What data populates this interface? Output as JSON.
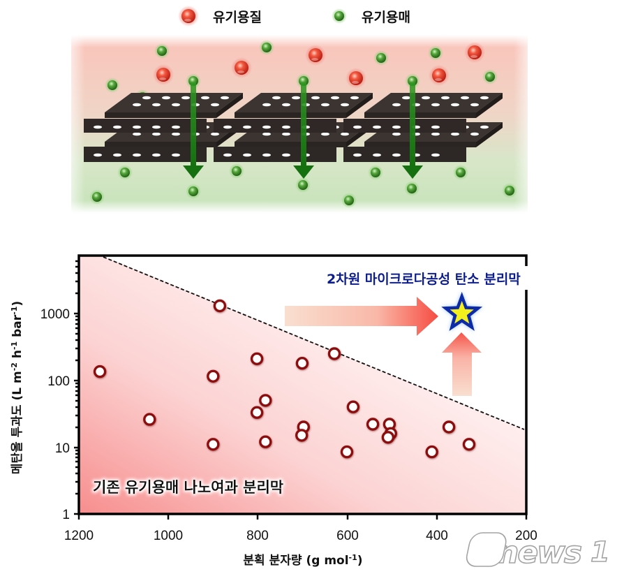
{
  "legend": {
    "solute_label": "유기용질",
    "solvent_label": "유기용매",
    "solute_color": "#e53b2a",
    "solvent_color": "#3f9a2c"
  },
  "illustration": {
    "description": "stacked porous carbon nanosheets; solvent molecules pass through, solute molecules rejected",
    "arrow_color": "#1f7d12",
    "sheet_color": "#3e3733",
    "top_tint": "#f9c9c0",
    "bottom_tint": "#cfe6c3"
  },
  "chart_data": {
    "type": "scatter",
    "title": "",
    "xlabel": "분획 분자량 (g mol⁻¹)",
    "ylabel": "메탄올 투과도 (L m⁻² h⁻¹ bar⁻¹)",
    "xlim": [
      1200,
      200
    ],
    "x_reversed": true,
    "ylim": [
      1,
      7500
    ],
    "y_scale": "log",
    "x_ticks": [
      1200,
      1000,
      800,
      600,
      400,
      200
    ],
    "y_ticks": [
      1,
      10,
      100,
      1000
    ],
    "grid": false,
    "series": [
      {
        "name": "기존 유기용매 나노여과 분리막",
        "marker": "open-circle",
        "color": "#8b1010",
        "points": [
          {
            "x": 1153,
            "y": 135
          },
          {
            "x": 1042,
            "y": 26
          },
          {
            "x": 900,
            "y": 115
          },
          {
            "x": 900,
            "y": 11
          },
          {
            "x": 885,
            "y": 1300
          },
          {
            "x": 802,
            "y": 210
          },
          {
            "x": 802,
            "y": 33
          },
          {
            "x": 783,
            "y": 50
          },
          {
            "x": 783,
            "y": 12
          },
          {
            "x": 701,
            "y": 180
          },
          {
            "x": 698,
            "y": 20
          },
          {
            "x": 702,
            "y": 15
          },
          {
            "x": 629,
            "y": 250
          },
          {
            "x": 601,
            "y": 8.5
          },
          {
            "x": 587,
            "y": 40
          },
          {
            "x": 543,
            "y": 22
          },
          {
            "x": 506,
            "y": 22
          },
          {
            "x": 503,
            "y": 16
          },
          {
            "x": 509,
            "y": 14
          },
          {
            "x": 411,
            "y": 8.5
          },
          {
            "x": 373,
            "y": 20
          },
          {
            "x": 328,
            "y": 11
          }
        ]
      },
      {
        "name": "2차원 마이크로다공성 탄소 분리막",
        "marker": "star",
        "color": "#f4f01e",
        "edge_color": "#0c2aa8",
        "points": [
          {
            "x": 344,
            "y": 1000
          }
        ]
      }
    ],
    "upper_bound_line": {
      "style": "dashed",
      "from": {
        "x": 1145,
        "y": 7000
      },
      "to": {
        "x": 205,
        "y": 18
      }
    },
    "annotations": [
      {
        "text": "2차원 마이크로다공성 탄소 분리막",
        "color": "#0d1e8c",
        "position": "top-right"
      },
      {
        "text": "기존 유기용매 나노여과 분리막",
        "color": "#111111",
        "position": "bottom-left"
      }
    ]
  },
  "axis": {
    "x_tick_labels": [
      "1200",
      "1000",
      "800",
      "600",
      "400",
      "200"
    ],
    "y_tick_labels": [
      "1",
      "10",
      "100",
      "1000"
    ],
    "x_title_main": "분획 분자량 (g mol",
    "x_title_sup": "-1",
    "x_title_end": ")",
    "y_title_main": "메탄올 투과도 (L m",
    "y_title_sup1": "-2",
    "y_title_mid1": " h",
    "y_title_sup2": "-1",
    "y_title_mid2": " bar",
    "y_title_sup3": "-1",
    "y_title_end": ")"
  },
  "labels": {
    "callout": "2차원 마이크로다공성 탄소 분리막",
    "region": "기존 유기용매 나노여과 분리막"
  },
  "watermark": {
    "text": "news",
    "number": "1"
  }
}
